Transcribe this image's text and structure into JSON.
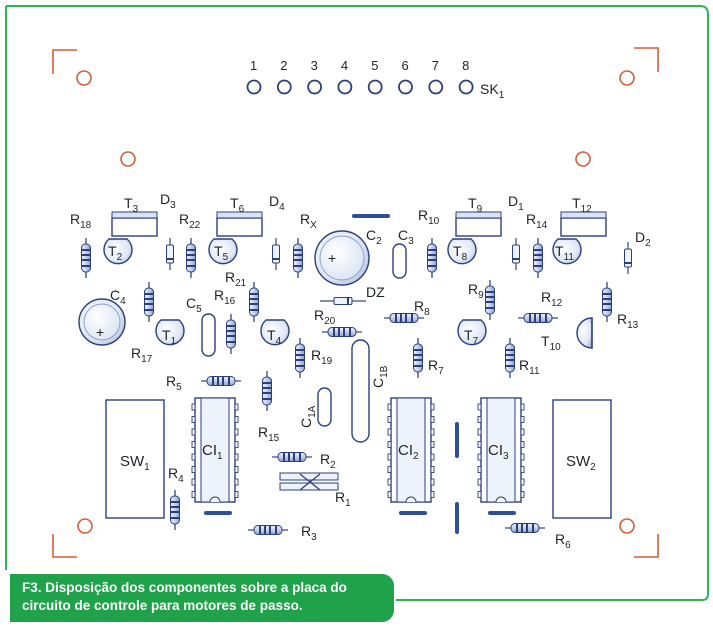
{
  "caption": {
    "figure": "F3.",
    "text": "Disposição dos componentes sobre a placa do circuito de controle para motores de passo."
  },
  "connector": {
    "name": "SK",
    "sub": "1",
    "pins": [
      "1",
      "2",
      "3",
      "4",
      "5",
      "6",
      "7",
      "8"
    ]
  },
  "labels": {
    "R18": {
      "m": "R",
      "s": "18"
    },
    "T3": {
      "m": "T",
      "s": "3"
    },
    "D3": {
      "m": "D",
      "s": "3"
    },
    "R22": {
      "m": "R",
      "s": "22"
    },
    "T6": {
      "m": "T",
      "s": "6"
    },
    "D4": {
      "m": "D",
      "s": "4"
    },
    "RX": {
      "m": "R",
      "s": "X"
    },
    "C2": {
      "m": "C",
      "s": "2"
    },
    "C3": {
      "m": "C",
      "s": "3"
    },
    "R10": {
      "m": "R",
      "s": "10"
    },
    "T9": {
      "m": "T",
      "s": "9"
    },
    "D1": {
      "m": "D",
      "s": "1"
    },
    "R14": {
      "m": "R",
      "s": "14"
    },
    "T12": {
      "m": "T",
      "s": "12"
    },
    "D2": {
      "m": "D",
      "s": "2"
    },
    "T2": {
      "m": "T",
      "s": "2"
    },
    "T5": {
      "m": "T",
      "s": "5"
    },
    "T8": {
      "m": "T",
      "s": "8"
    },
    "T11": {
      "m": "T",
      "s": "11"
    },
    "C4": {
      "m": "C",
      "s": "4"
    },
    "R21": {
      "m": "R",
      "s": "21"
    },
    "R16": {
      "m": "R",
      "s": "16"
    },
    "C5": {
      "m": "C",
      "s": "5"
    },
    "DZ": {
      "m": "DZ",
      "s": ""
    },
    "R9": {
      "m": "R",
      "s": "9"
    },
    "R12": {
      "m": "R",
      "s": "12"
    },
    "R8": {
      "m": "R",
      "s": "8"
    },
    "R20": {
      "m": "R",
      "s": "20"
    },
    "R13": {
      "m": "R",
      "s": "13"
    },
    "T1": {
      "m": "T",
      "s": "1"
    },
    "T4": {
      "m": "T",
      "s": "4"
    },
    "T7": {
      "m": "T",
      "s": "7"
    },
    "T10": {
      "m": "T",
      "s": "10"
    },
    "R17": {
      "m": "R",
      "s": "17"
    },
    "R19": {
      "m": "R",
      "s": "19"
    },
    "R7": {
      "m": "R",
      "s": "7"
    },
    "R11": {
      "m": "R",
      "s": "11"
    },
    "R5": {
      "m": "R",
      "s": "5"
    },
    "C1B": {
      "m": "C",
      "s": "1B"
    },
    "C1A": {
      "m": "C",
      "s": "1A"
    },
    "R15": {
      "m": "R",
      "s": "15"
    },
    "SW1": {
      "m": "SW",
      "s": "1"
    },
    "CI1": {
      "m": "CI",
      "s": "1"
    },
    "CI2": {
      "m": "CI",
      "s": "2"
    },
    "CI3": {
      "m": "CI",
      "s": "3"
    },
    "SW2": {
      "m": "SW",
      "s": "2"
    },
    "R4": {
      "m": "R",
      "s": "4"
    },
    "R2": {
      "m": "R",
      "s": "2"
    },
    "R1": {
      "m": "R",
      "s": "1"
    },
    "R3": {
      "m": "R",
      "s": "3"
    },
    "R6": {
      "m": "R",
      "s": "6"
    },
    "plus_c2": "+",
    "plus_c4": "+"
  },
  "colors": {
    "board_border": "#2fb35a",
    "corner_mark": "#cf5f3c",
    "component_fill": "#c7d4ec",
    "component_stroke": "#2c3f7a",
    "jumper": "#2e4e9a",
    "caption_bg": "#20a24a"
  }
}
